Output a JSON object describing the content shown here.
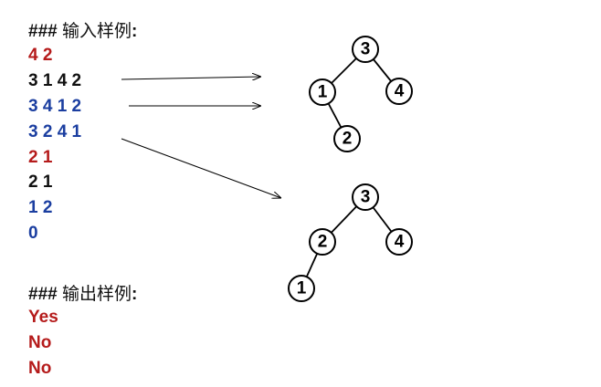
{
  "input_header": {
    "hashes": "###",
    "title": "输入样例",
    "colon": ":"
  },
  "input_lines": [
    {
      "text": "4 2",
      "color": "#b51b1b"
    },
    {
      "text": "3 1 4 2",
      "color": "#111111"
    },
    {
      "text": "3 4 1 2",
      "color": "#1b3ea0"
    },
    {
      "text": "3 2 4 1",
      "color": "#1b3ea0"
    },
    {
      "text": "2 1",
      "color": "#b51b1b"
    },
    {
      "text": "2 1",
      "color": "#111111"
    },
    {
      "text": "1 2",
      "color": "#1b3ea0"
    },
    {
      "text": "0",
      "color": "#1b3ea0"
    }
  ],
  "output_header": {
    "hashes": "###",
    "title": "输出样例",
    "colon": ":"
  },
  "output_lines": [
    "Yes",
    "No",
    "No"
  ],
  "tree1": {
    "root": "3",
    "left": "1",
    "right": "4",
    "left_right": "2"
  },
  "tree2": {
    "root": "3",
    "left": "2",
    "right": "4",
    "left_left": "1"
  }
}
